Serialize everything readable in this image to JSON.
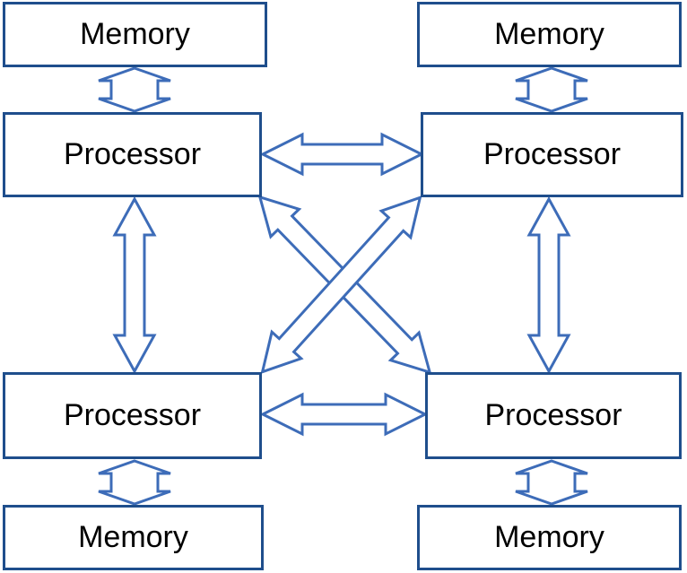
{
  "diagram": {
    "memory_label": "Memory",
    "processor_label": "Processor",
    "colors": {
      "box_border": "#1f4e8c",
      "arrow_stroke": "#3d6cb8",
      "background": "#ffffff"
    },
    "nodes": {
      "memory_top_left": "Memory",
      "memory_top_right": "Memory",
      "processor_top_left": "Processor",
      "processor_top_right": "Processor",
      "processor_bottom_left": "Processor",
      "processor_bottom_right": "Processor",
      "memory_bottom_left": "Memory",
      "memory_bottom_right": "Memory"
    }
  }
}
